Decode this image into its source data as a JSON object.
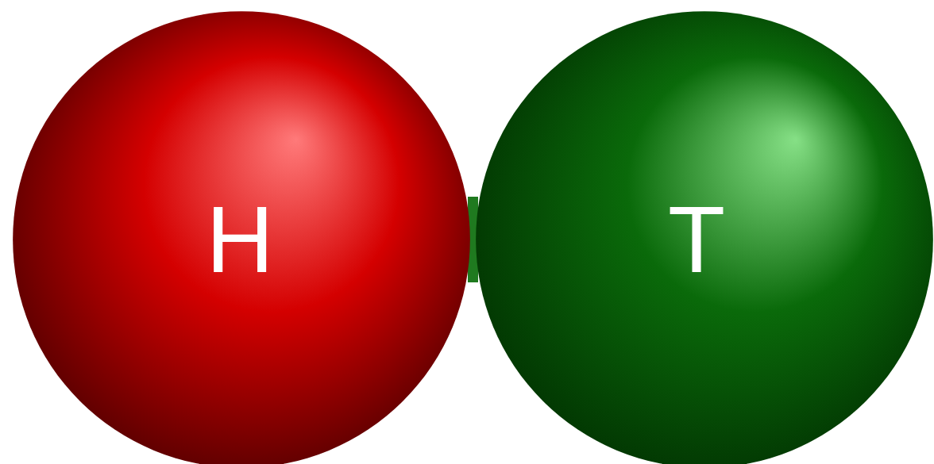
{
  "diagram": {
    "nodes": [
      {
        "text": [
          "H"
        ]
      },
      {
        "text": [
          "T"
        ]
      }
    ],
    "edges": [
      {
        "from": 0,
        "to": 1,
        "arrow": "none"
      }
    ]
  }
}
